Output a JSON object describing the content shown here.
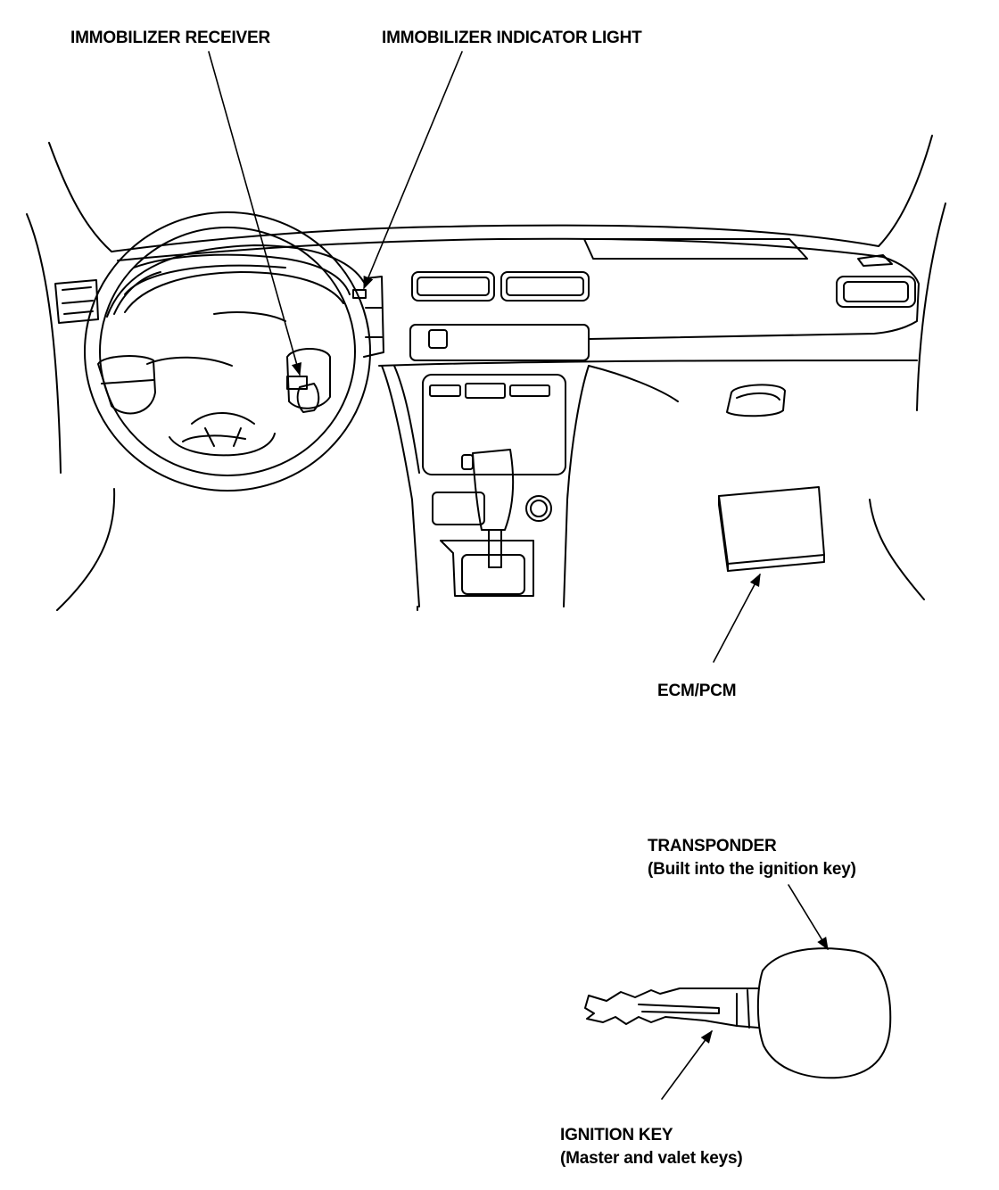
{
  "labels": {
    "immobilizer_receiver": "IMMOBILIZER RECEIVER",
    "immobilizer_indicator_light": "IMMOBILIZER INDICATOR LIGHT",
    "ecm_pcm": "ECM/PCM",
    "transponder": {
      "title": "TRANSPONDER",
      "note": "(Built into the ignition key)"
    },
    "ignition_key": {
      "title": "IGNITION KEY",
      "note": "(Master and valet keys)"
    }
  },
  "colors": {
    "line": "#000000",
    "background": "#ffffff"
  }
}
